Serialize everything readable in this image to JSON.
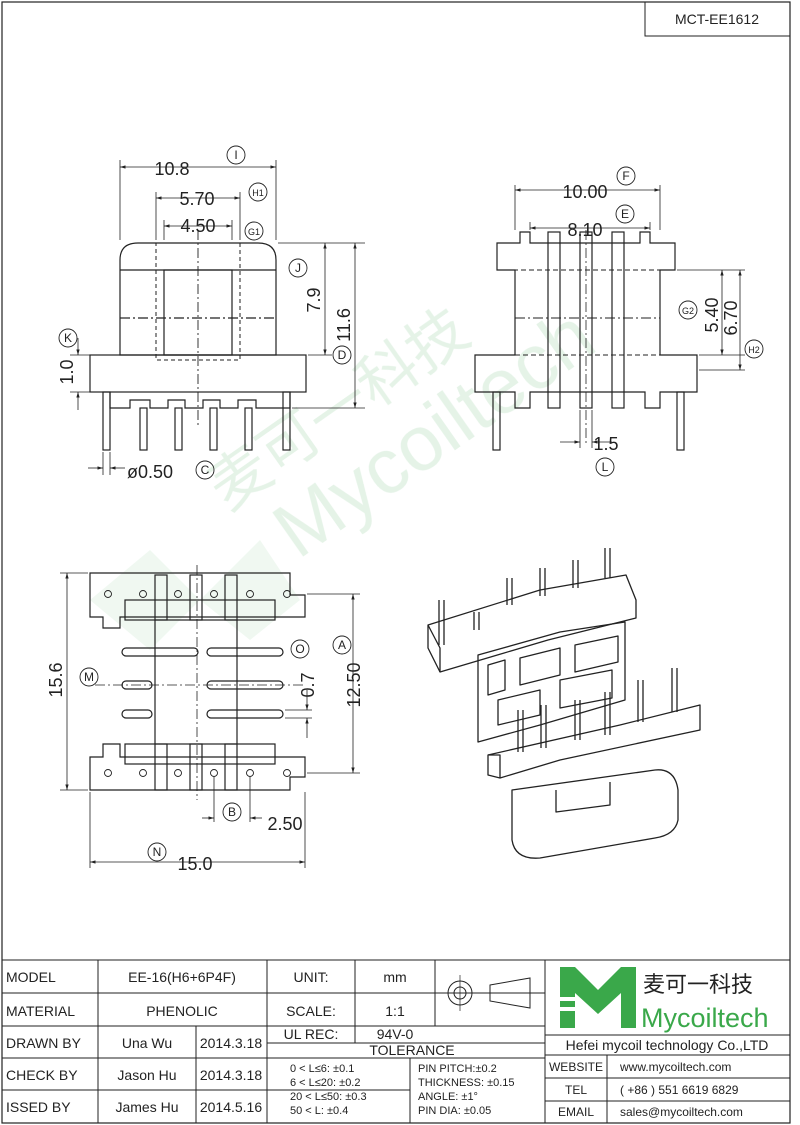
{
  "drawing_number": "MCT-EE1612",
  "watermark": {
    "cn": "麦可一科技",
    "en": "Mycoiltech"
  },
  "dims": {
    "front": {
      "width": "10.8",
      "I": "I",
      "inner1": "5.70",
      "H1": "H1",
      "inner2": "4.50",
      "G1": "G1",
      "J": "J",
      "h1": "7.9",
      "h2": "11.6",
      "D": "D",
      "K": "K",
      "flange": "1.0",
      "pin": "ø0.50",
      "C": "C"
    },
    "side": {
      "width": "10.00",
      "F": "F",
      "inner": "8.10",
      "E": "E",
      "G2": "G2",
      "h1": "5.40",
      "h2": "6.70",
      "H2": "H2",
      "pitch": "1.5",
      "L": "L"
    },
    "bottom": {
      "height": "15.6",
      "M": "M",
      "O": "O",
      "slot": "0.7",
      "A": "A",
      "h2": "12.50",
      "B": "B",
      "pitch": "2.50",
      "N": "N",
      "width": "15.0"
    }
  },
  "titleblock": {
    "model_label": "MODEL",
    "model_value": "EE-16(H6+6P4F)",
    "material_label": "MATERIAL",
    "material_value": "PHENOLIC",
    "drawn_label": "DRAWN BY",
    "drawn_name": "Una Wu",
    "drawn_date": "2014.3.18",
    "check_label": "CHECK BY",
    "check_name": "Jason Hu",
    "check_date": "2014.3.18",
    "issued_label": "ISSED BY",
    "issued_name": "James Hu",
    "issued_date": "2014.5.16",
    "unit_label": "UNIT:",
    "unit_value": "mm",
    "scale_label": "SCALE:",
    "scale_value": "1:1",
    "ul_label": "UL REC:",
    "ul_value": "94V-0",
    "tolerance_label": "TOLERANCE",
    "tol_left": [
      "0 < L≤6:  ±0.1",
      "6 < L≤20:  ±0.2",
      "20 < L≤50:  ±0.3",
      "50 < L:  ±0.4"
    ],
    "tol_right": [
      "PIN PITCH:±0.2",
      "THICKNESS:  ±0.15",
      "ANGLE:  ±1°",
      "PIN DIA:  ±0.05"
    ],
    "logo_cn": "麦可一科技",
    "logo_en": "Mycoiltech",
    "company": "Hefei mycoil technology Co.,LTD",
    "website_label": "WEBSITE",
    "website": "www.mycoiltech.com",
    "tel_label": "TEL",
    "tel": "( +86 ) 551 6619 6829",
    "email_label": "EMAIL",
    "email": "sales@mycoiltech.com"
  },
  "colors": {
    "line": "#222222",
    "watermark": "#cfe9d4",
    "logo_green": "#3aa84a"
  }
}
